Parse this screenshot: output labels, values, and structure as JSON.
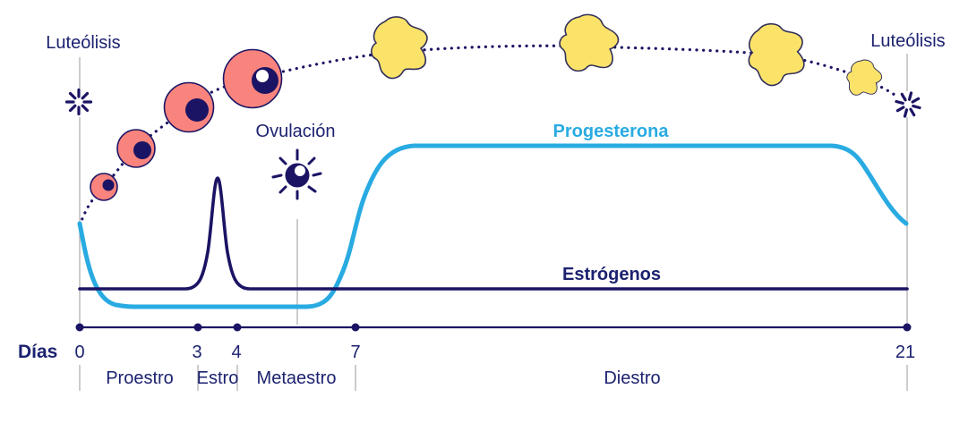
{
  "diagram_title_implicit": "Ciclo estral: hormonas y fases",
  "labels": {
    "luteolysis_left": "Luteólisis",
    "luteolysis_right": "Luteólisis",
    "ovulation": "Ovulación",
    "progesterone": "Progesterona",
    "estrogens": "Estrógenos",
    "days_axis": "Días"
  },
  "timeline": {
    "days": [
      "0",
      "3",
      "4",
      "7",
      "21"
    ],
    "day_values": [
      0,
      3,
      4,
      7,
      21
    ]
  },
  "phases": [
    {
      "label": "Proestro",
      "start_day": 0,
      "end_day": 3
    },
    {
      "label": "Estro",
      "start_day": 3,
      "end_day": 4
    },
    {
      "label": "Metaestro",
      "start_day": 4,
      "end_day": 7
    },
    {
      "label": "Diestro",
      "start_day": 7,
      "end_day": 21
    }
  ],
  "icons": [
    {
      "name": "starburst-icon",
      "meaning": "Luteólisis",
      "count": 2
    },
    {
      "name": "ovum-icon",
      "meaning": "Ovulación",
      "count": 1
    },
    {
      "name": "follicle",
      "meaning": "folículo en crecimiento",
      "count": 4
    },
    {
      "name": "corpus-luteum-blob",
      "meaning": "cuerpo lúteo",
      "count": 4
    }
  ],
  "colors": {
    "navy": "#1B1464",
    "text_navy": "#1c2270",
    "cyan": "#29ABE2",
    "follicle_pink": "#F9847E",
    "corpus_luteum_yellow": "#FBE36A",
    "guide_gray": "#ABABAB",
    "white": "#FFFFFF"
  },
  "chart_data": {
    "type": "line",
    "title": "Niveles hormonales durante el ciclo estral",
    "xlabel": "Días",
    "x_range": [
      0,
      21
    ],
    "x_ticks": [
      0,
      3,
      4,
      7,
      21
    ],
    "grid": false,
    "legend_position": "inline-labels",
    "y_scale_note": "valores relativos 0–1 (1 = meseta alta de progesterona); la línea base de estrógenos = 0",
    "series": [
      {
        "name": "Estrógenos",
        "color": "#1B1464",
        "shape": "baseline with one sharp narrow peak during estrus",
        "points": [
          [
            0,
            0
          ],
          [
            2.6,
            0
          ],
          [
            3.2,
            0.45
          ],
          [
            3.5,
            0.78
          ],
          [
            3.8,
            0.45
          ],
          [
            4.4,
            0
          ],
          [
            21,
            0
          ]
        ]
      },
      {
        "name": "Progesterona",
        "color": "#29ABE2",
        "shape": "falls after luteolysis, low during proestrus/estrus, sigmoid rise after day ~6, high plateau through diestrus, falls at day 21",
        "points": [
          [
            0,
            0.45
          ],
          [
            1.5,
            -0.12
          ],
          [
            5.7,
            -0.12
          ],
          [
            6.5,
            0.2
          ],
          [
            7.3,
            0.7
          ],
          [
            8.5,
            1.0
          ],
          [
            19.2,
            1.0
          ],
          [
            20,
            0.85
          ],
          [
            21,
            0.45
          ]
        ]
      }
    ],
    "events": [
      {
        "label": "Luteólisis",
        "day": 0
      },
      {
        "label": "Ovulación",
        "day": 5.5
      },
      {
        "label": "Luteólisis",
        "day": 21
      }
    ],
    "annotations": [
      "folículos crecientes (rosa) a lo largo de una trayectoria punteada entre el día 0 y la ovulación",
      "cuerpos lúteos (amarillo) a lo largo de la trayectoria punteada entre la ovulación y el día 21"
    ]
  }
}
